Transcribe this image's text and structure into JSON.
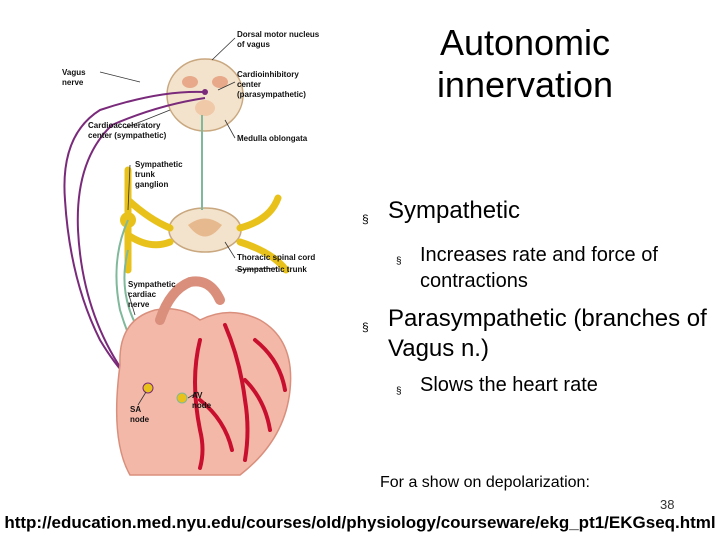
{
  "title_lines": [
    "Autonomic",
    "innervation"
  ],
  "bullets": [
    {
      "text": "Sympathetic",
      "sub": [
        "Increases rate and force of contractions"
      ]
    },
    {
      "text": "Parasympathetic (branches of Vagus n.)",
      "sub": [
        "Slows the heart rate"
      ]
    }
  ],
  "bullet_marker": "§",
  "show_note": "For a show on depolarization:",
  "slide_number": "38",
  "url": "http://education.med.nyu.edu/courses/old/physiology/courseware/ekg_pt1/EKGseq.html",
  "diagram_labels": {
    "dorsal_motor_1": "Dorsal motor nucleus",
    "dorsal_motor_2": "of vagus",
    "vagus_1": "Vagus",
    "vagus_2": "nerve",
    "cardioinhib_1": "Cardioinhibitory",
    "cardioinhib_2": "center",
    "cardioinhib_3": "(parasympathetic)",
    "cardioacc_1": "Cardioacceleratory",
    "cardioacc_2": "center (sympathetic)",
    "medulla": "Medulla oblongata",
    "trunk_ganglion_1": "Sympathetic",
    "trunk_ganglion_2": "trunk",
    "trunk_ganglion_3": "ganglion",
    "thoracic_cord": "Thoracic spinal cord",
    "sympathetic_trunk": "Sympathetic trunk",
    "cardiac_nerve_1": "Sympathetic",
    "cardiac_nerve_2": "cardiac",
    "cardiac_nerve_3": "nerve",
    "av_1": "AV",
    "av_2": "node",
    "sa_1": "SA",
    "sa_2": "node"
  },
  "colors": {
    "sympathetic": "#7fb89a",
    "parasympathetic": "#7a2a7a",
    "trunk": "#e8c21a",
    "heart": "#f4b8a8",
    "vessels": "#c8102e"
  }
}
